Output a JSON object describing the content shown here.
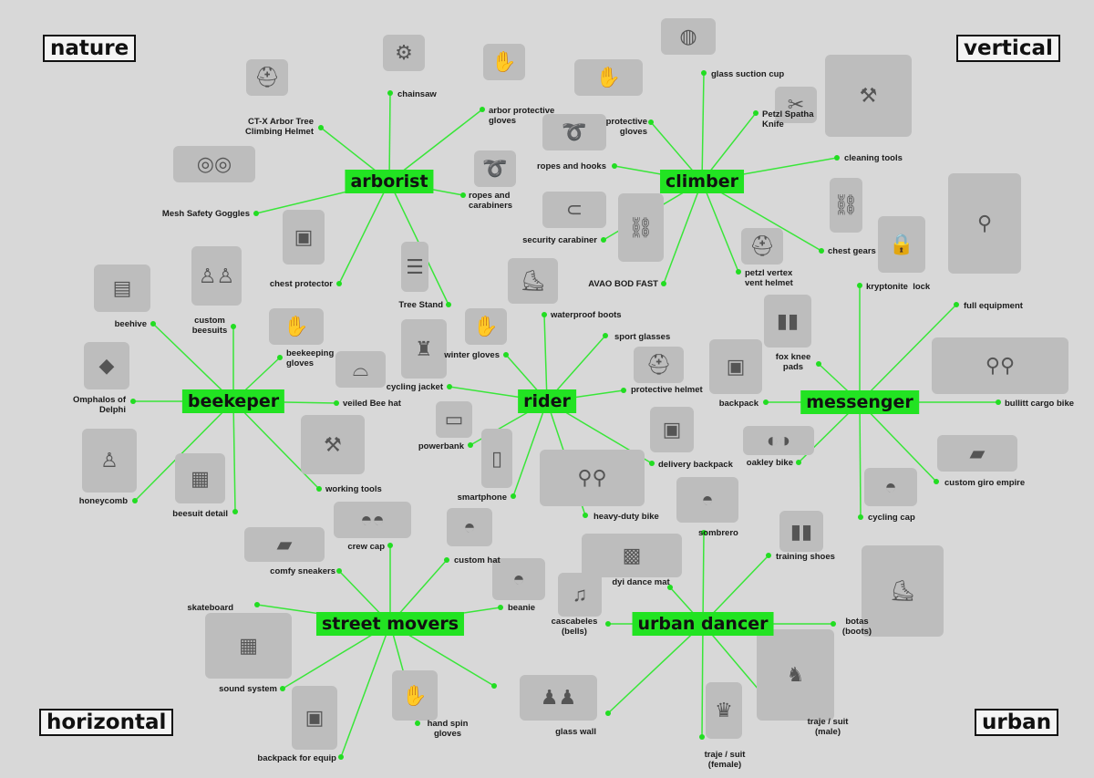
{
  "corners": {
    "nature": "nature",
    "vertical": "vertical",
    "horizontal": "horizontal",
    "urban": "urban"
  },
  "hubs": {
    "arborist": "arborist",
    "climber": "climber",
    "beekeper": "beekeper",
    "rider": "rider",
    "messenger": "messenger",
    "street_movers": "street movers",
    "urban_dancer": "urban dancer"
  },
  "items": {
    "chainsaw": "chainsaw",
    "arbor_gloves": "arbor protective\ngloves",
    "arbor_helmet": "CT-X Arbor Tree\nClimbing Helmet",
    "goggles": "Mesh Safety Goggles",
    "arb_chest": "chest protector",
    "tree_stand": "Tree Stand",
    "arb_ropes": "ropes and\ncarabiners",
    "suction": "glass suction cup",
    "climb_gloves": "protective\ngloves",
    "spatha": "Petzl Spatha\nKnife",
    "ropes_hooks": "ropes and hooks",
    "cleaning": "cleaning tools",
    "chest_gears": "chest gears",
    "sec_carabiner": "security carabiner",
    "avao": "AVAO BOD FAST",
    "vertex": "petzl vertex\nvent helmet",
    "beehive": "beehive",
    "beesuits": "custom\nbeesuits",
    "bee_gloves": "beekeeping\ngloves",
    "omphalos": "Omphalos of\nDelphi",
    "veiled": "veiled Bee hat",
    "working": "working tools",
    "honeycomb": "honeycomb",
    "beesuit_detail": "beesuit detail",
    "waterproof": "waterproof boots",
    "sport_glasses": "sport glasses",
    "winter_gloves": "winter gloves",
    "cycling_jacket": "cycling jacket",
    "prot_helmet": "protective helmet",
    "powerbank": "powerbank",
    "delivery": "delivery backpack",
    "smartphone": "smartphone",
    "heavy_bike": "heavy-duty bike",
    "kryptonite": "kryptonite  lock",
    "full_equip": "full equipment",
    "fox_knee": "fox knee\npads",
    "backpack": "backpack",
    "bullitt": "bullitt cargo bike",
    "oakley": "oakley bike",
    "giro": "custom giro empire",
    "cycling_cap": "cycling cap",
    "crew_cap": "crew cap",
    "custom_hat": "custom hat",
    "comfy": "comfy sneakers",
    "skateboard": "skateboard",
    "beanie": "beanie",
    "sound": "sound system",
    "hand_spin": "hand spin\ngloves",
    "glass_wall": "glass wall",
    "backpack_equip": "backpack for equip",
    "sombrero": "sombrero",
    "training": "training shoes",
    "dance_mat": "dyi dance mat",
    "cascabeles": "cascabeles\n(bells)",
    "botas": "botas\n(boots)",
    "traje_male": "traje / suit\n(male)",
    "traje_female": "traje / suit\n(female)"
  },
  "icons": {
    "chainsaw": "chainsaw-icon",
    "gloves": "gloves-icon",
    "helmet": "helmet-icon",
    "goggles": "goggles-icon",
    "vest": "vest-icon",
    "ladder": "ladder-icon",
    "rope": "rope-icon",
    "suction": "suction-cup-icon",
    "knife": "knife-icon",
    "tools": "tools-icon",
    "harness": "harness-icon",
    "carabiner": "carabiner-icon",
    "beehive": "beehive-icon",
    "suit": "suit-icon",
    "hat": "hat-icon",
    "boots": "boots-icon",
    "jacket": "jacket-icon",
    "battery": "battery-icon",
    "phone": "phone-icon",
    "bike": "bike-icon",
    "lock": "lock-icon",
    "backpack": "backpack-icon",
    "glasses": "glasses-icon",
    "shoe": "shoe-icon",
    "cap": "cap-icon",
    "speaker": "speaker-icon",
    "mat": "mat-icon",
    "bell": "bell-icon",
    "dancer": "dancer-icon"
  },
  "colors": {
    "accent": "#22e322",
    "line": "#39e639",
    "background": "#d8d8d8"
  }
}
